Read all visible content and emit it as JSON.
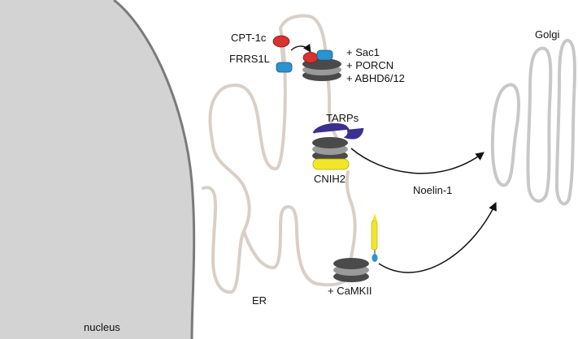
{
  "labels": {
    "cpt1c": "CPT-1c",
    "frrs1l": "FRRS1L",
    "sac1": "+ Sac1",
    "porcn": "+ PORCN",
    "abhd": "+ ABHD6/12",
    "tarps": "TARPs",
    "cnih2": "CNIH2",
    "noelin": "Noelin-1",
    "camkii": "+ CaMKII",
    "er": "ER",
    "golgi": "Golgi",
    "nucleus": "nucleus"
  },
  "colors": {
    "nucleus_fill": "#d3d3d3",
    "nucleus_edge": "#7a7a7a",
    "er_membrane": "#d9cfc7",
    "golgi_membrane": "#c8c8c8",
    "receptor_dark": "#4a4a4a",
    "receptor_light": "#9a9a9a",
    "red_protein": "#d93030",
    "blue_protein": "#2b93cf",
    "tarp_purple": "#3b2f8f",
    "cnih_yellow": "#f2e62a",
    "arrow": "#111111"
  }
}
